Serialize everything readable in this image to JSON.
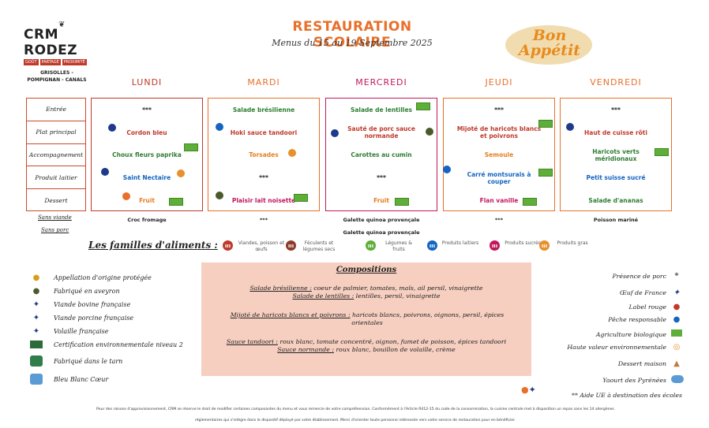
{
  "header": {
    "logo_name": "CRM RODEZ",
    "logo_tags": [
      "GOÛT",
      "PARTAGE",
      "PROXIMITÉ"
    ],
    "title": "RESTAURATION SCOLAIRE",
    "subtitle": "Menus du 15 au 19 Septembre 2025",
    "bon_appetit": "Bon Appétit"
  },
  "school": "GRISOLLES - POMPIGNAN - CANALS",
  "row_labels": [
    "Entrée",
    "Plat principal",
    "Accompagnement",
    "Produit laitier",
    "Dessert"
  ],
  "sub_labels": [
    "Sans viande",
    "Sans porc"
  ],
  "days": [
    {
      "name": "LUNDI",
      "color": "#c0392b",
      "items": [
        "***",
        "Cordon bleu",
        "Choux fleurs paprika",
        "Saint Nectaire",
        "Fruit"
      ],
      "item_color": [
        "#222",
        "#c0392b",
        "#2e7d32",
        "#1565c0",
        "#e67e22"
      ],
      "sans_viande": "Croc fromage",
      "sans_porc": ""
    },
    {
      "name": "MARDI",
      "color": "#e8702a",
      "items": [
        "Salade brésilienne",
        "Hoki sauce tandoori",
        "Torsades",
        "***",
        "Plaisir lait noisette"
      ],
      "item_color": [
        "#2e7d32",
        "#c0392b",
        "#e67e22",
        "#222",
        "#c2185b"
      ],
      "sans_viande": "***",
      "sans_porc": ""
    },
    {
      "name": "MERCREDI",
      "color": "#c2185b",
      "items": [
        "Salade de lentilles",
        "Sauté de porc sauce normande",
        "Carottes au cumin",
        "***",
        "Fruit"
      ],
      "item_color": [
        "#2e7d32",
        "#c0392b",
        "#2e7d32",
        "#222",
        "#e67e22"
      ],
      "sans_viande": "Galette quinoa provençale",
      "sans_porc": "Galette quinoa provençale"
    },
    {
      "name": "JEUDI",
      "color": "#e8702a",
      "items": [
        "***",
        "Mijoté de haricots blancs et poivrons",
        "Semoule",
        "Carré montsurais à couper",
        "Flan vanille"
      ],
      "item_color": [
        "#222",
        "#c0392b",
        "#e67e22",
        "#1565c0",
        "#c2185b"
      ],
      "sans_viande": "***",
      "sans_porc": ""
    },
    {
      "name": "VENDREDI",
      "color": "#e8702a",
      "items": [
        "***",
        "Haut de cuisse rôti",
        "Haricots verts méridionaux",
        "Petit suisse sucré",
        "Salade d'ananas"
      ],
      "item_color": [
        "#222",
        "#c0392b",
        "#2e7d32",
        "#1565c0",
        "#2e7d32"
      ],
      "sans_viande": "Poisson mariné",
      "sans_porc": ""
    }
  ],
  "families": {
    "title": "Les familles d'aliments :",
    "items": [
      {
        "label": "Viandes, poisson et œufs",
        "color": "#c0392b"
      },
      {
        "label": "Féculents et légumes secs",
        "color": "#8e3a2a"
      },
      {
        "label": "Légumes & fruits",
        "color": "#5fae3a"
      },
      {
        "label": "Produits laitiers",
        "color": "#1565c0"
      },
      {
        "label": "Produits sucrés",
        "color": "#c2185b"
      },
      {
        "label": "Produits gras",
        "color": "#e8902a"
      }
    ]
  },
  "legend_left": [
    {
      "label": "Appellation d'origine protégée",
      "icon": "aop-icon"
    },
    {
      "label": "Fabriqué en aveyron",
      "icon": "aveyron-icon"
    },
    {
      "label": "Viande bovine française",
      "icon": "beef-icon"
    },
    {
      "label": "Viande porcine française",
      "icon": "pork-icon"
    },
    {
      "label": "Volaille française",
      "icon": "poultry-icon"
    },
    {
      "label": "Certification environnementale niveau 2",
      "icon": "hve-badge-icon"
    },
    {
      "label": "Fabriqué dans le tarn",
      "icon": "tarn-icon"
    },
    {
      "label": "Bleu Blanc Cœur",
      "icon": "bbc-icon"
    }
  ],
  "compositions": {
    "title": "Compositions",
    "lines": [
      {
        "dish": "Salade brésilienne :",
        "desc": " coeur de palmier, tomates, maïs, ail persil, vinaigrette"
      },
      {
        "dish": "Salade de lentilles :",
        "desc": " lentilles, persil, vinaigrette"
      },
      {
        "dish": "Mijoté de haricots blancs et poivrons :",
        "desc": " haricots blancs, poivrons, oignons, persil, épices orientales"
      },
      {
        "dish": "Sauce tandoori :",
        "desc": " roux blanc, tomate concentré, oignon, fumet de poisson, épices tandoori"
      },
      {
        "dish": "Sauce normande :",
        "desc": " roux blanc, bouillon de volaille, crème"
      }
    ]
  },
  "legend_right": [
    {
      "label": "Présence de porc",
      "mark": "*"
    },
    {
      "label": "Œuf de France",
      "mark": "egg-icon"
    },
    {
      "label": "Label rouge",
      "mark": "label-rouge-icon"
    },
    {
      "label": "Pêche responsable",
      "mark": "msc-icon"
    },
    {
      "label": "Agriculture biologique",
      "mark": "bio-icon"
    },
    {
      "label": "Haute valeur environnementale",
      "mark": "hve-icon"
    },
    {
      "label": "Dessert maison",
      "mark": "dessert-icon"
    },
    {
      "label": "Yaourt des Pyrénées",
      "mark": "yaourt-icon"
    },
    {
      "label": "** Aide UE à destination des écoles",
      "mark": "eu-icon"
    }
  ],
  "footer": {
    "line1": "Pour des raisons d'approvisionnement, CRM se réserve le droit de modifier certaines composantes du menu et vous remercie de votre compréhension. Conformément à l'Article R412-15 du code de la consommation, la cuisine centrale met à disposition un repas sans les 14 allergènes",
    "line2": "réglementaires qui s'intègre dans le dispositif déployé par votre établissement. Merci d'orienter toute personne intéressée vers votre service de restauration pour en bénéficier."
  }
}
